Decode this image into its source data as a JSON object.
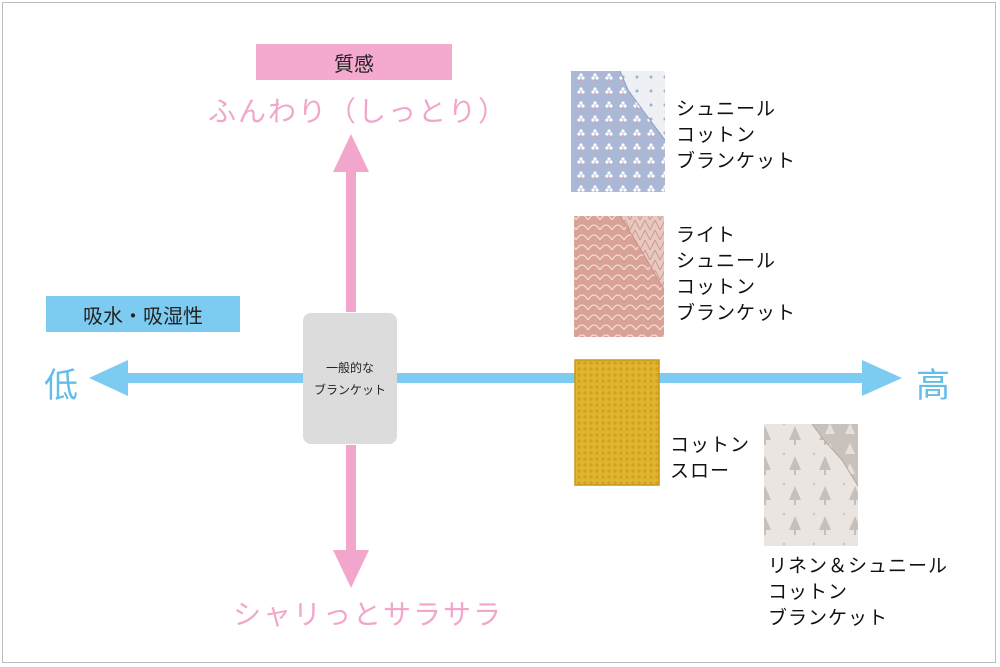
{
  "vertical_axis": {
    "category": "質感",
    "top": "ふんわり（しっとり）",
    "bottom": "シャリっとサラサラ",
    "color": "#f2a6cb",
    "box_color": "#f5a9ce"
  },
  "horizontal_axis": {
    "category": "吸水・吸湿性",
    "low": "低",
    "high": "高",
    "color": "#7ecbf1"
  },
  "center": {
    "lines": [
      "一般的な",
      "ブランケット"
    ],
    "color": "#dcdcdc"
  },
  "products": [
    {
      "lines": [
        "シュニール",
        "コットン",
        "ブランケット"
      ],
      "swatch": "light-blue-flower-pattern"
    },
    {
      "lines": [
        "ライト",
        "シュニール",
        "コットン",
        "ブランケット"
      ],
      "swatch": "pink-scale-pattern"
    },
    {
      "lines": [
        "コットン",
        "スロー"
      ],
      "swatch": "yellow-knit"
    },
    {
      "lines": [
        "リネン＆シュニール",
        "コットン",
        "ブランケット"
      ],
      "swatch": "beige-tree-pattern"
    }
  ]
}
